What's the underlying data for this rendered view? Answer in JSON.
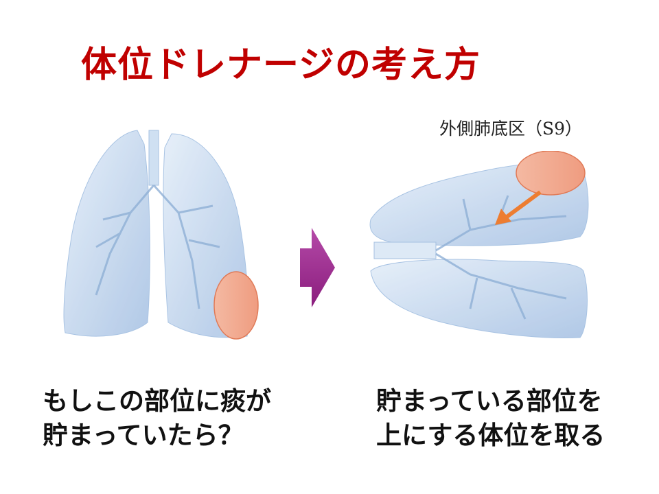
{
  "slide": {
    "title": "体位ドレナージの考え方",
    "segment_label": "外側肺底区（S9）",
    "left_caption": [
      "もしこの部位に痰が",
      "貯まっていたら？"
    ],
    "right_caption": [
      "貯まっている部位を",
      "上にする体位を取る"
    ]
  },
  "colors": {
    "title": "#c00000",
    "sputum": "#f0a58a",
    "arrow_orange": "#ed7d31",
    "transition_arrow": "#9b2a8e",
    "lung": "#b8cfea"
  },
  "icons": [
    "upright-lungs-illustration",
    "rotated-lungs-illustration",
    "right-arrow-icon",
    "orange-arrow-icon"
  ]
}
